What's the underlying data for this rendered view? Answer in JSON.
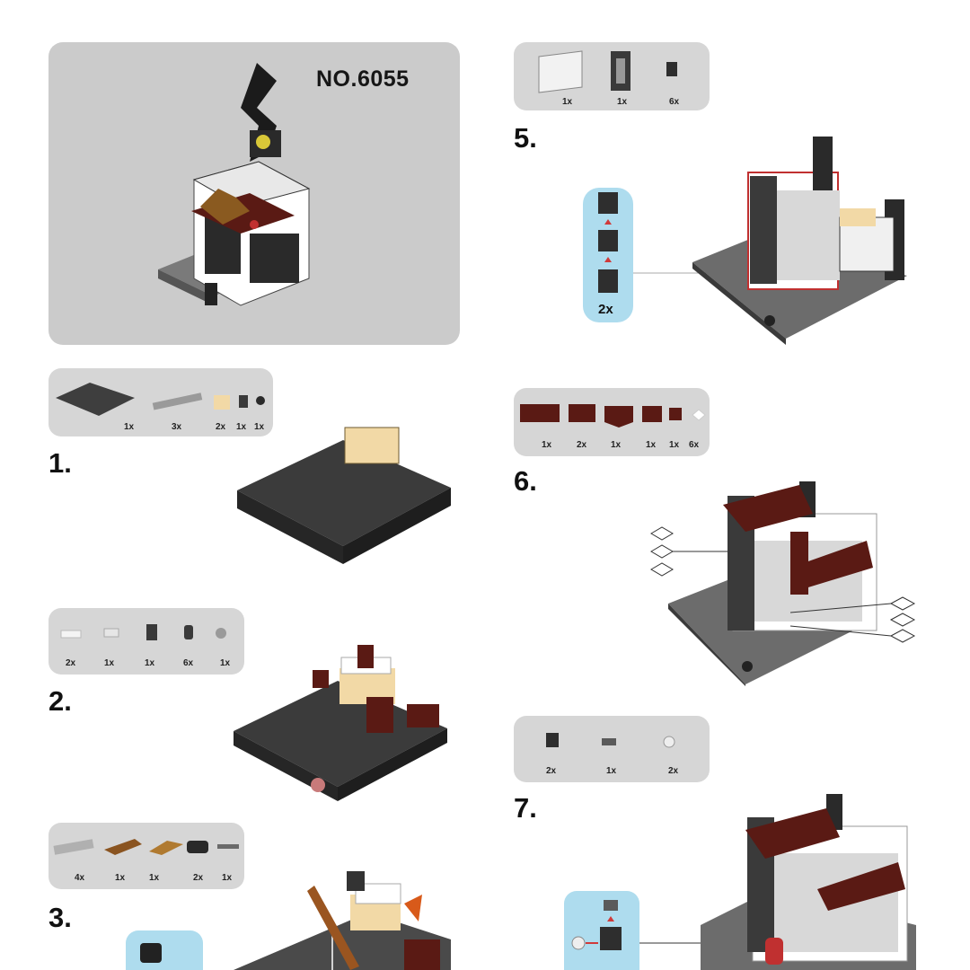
{
  "cover": {
    "model_number": "NO.6055"
  },
  "steps": [
    {
      "number": "1.",
      "parts": [
        "1x",
        "3x",
        "2x",
        "1x",
        "1x"
      ]
    },
    {
      "number": "2.",
      "parts": [
        "2x",
        "1x",
        "1x",
        "6x",
        "1x"
      ]
    },
    {
      "number": "3.",
      "parts": [
        "4x",
        "1x",
        "1x",
        "2x",
        "1x"
      ]
    },
    {
      "number": "5.",
      "parts": [
        "1x",
        "1x",
        "6x"
      ],
      "callout_qty": "2x"
    },
    {
      "number": "6.",
      "parts": [
        "1x",
        "2x",
        "1x",
        "1x",
        "1x",
        "6x"
      ]
    },
    {
      "number": "7.",
      "parts": [
        "2x",
        "1x",
        "2x"
      ]
    }
  ],
  "colors": {
    "panel": "#d6d6d6",
    "callout": "#aedcee",
    "brick_dark": "#3c3c3c",
    "brick_red": "#5a1a14",
    "brick_tan": "#f2d9a6"
  }
}
